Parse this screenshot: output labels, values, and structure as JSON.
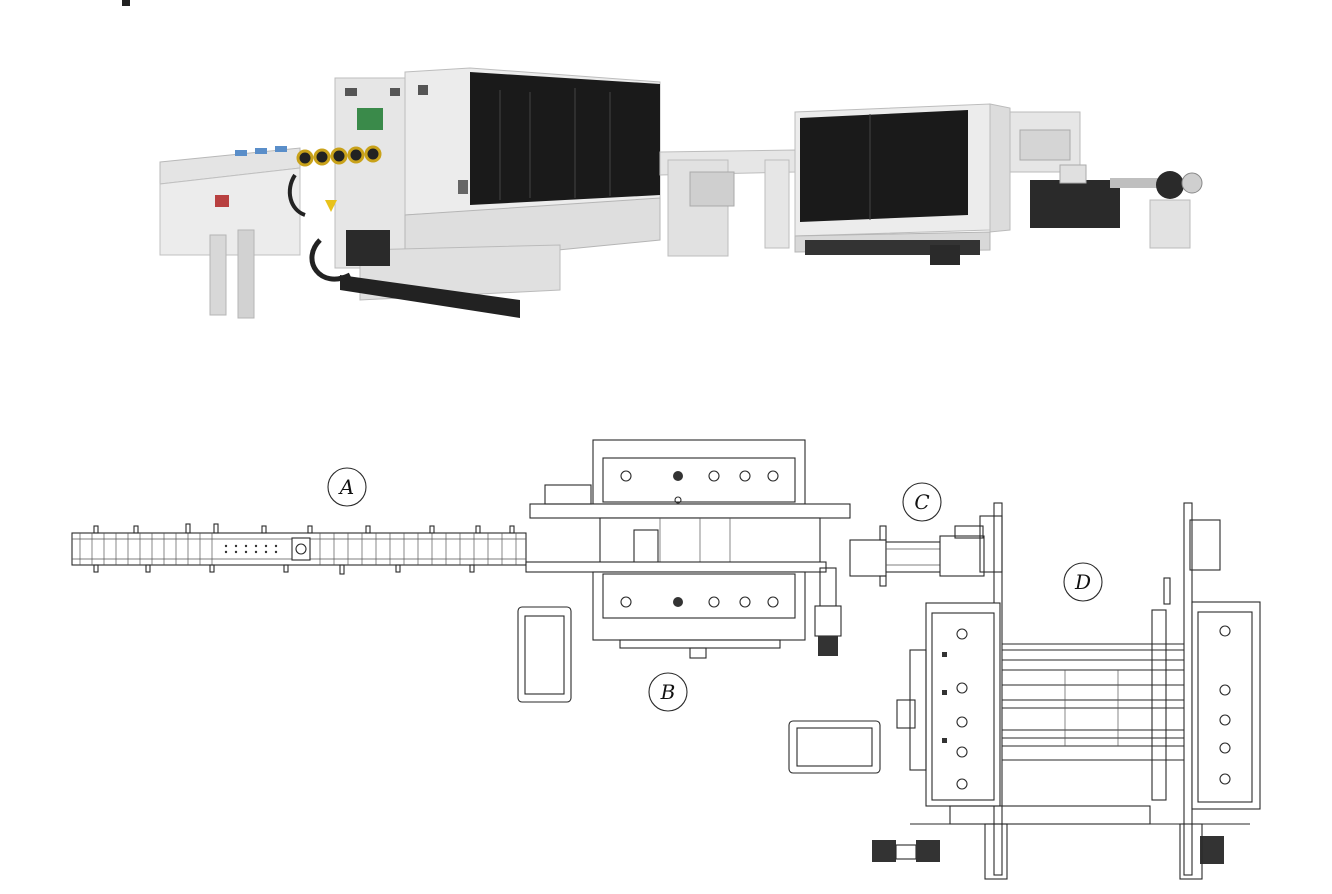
{
  "photo": {
    "description_icon": "edgebander-machine-photo",
    "colors": {
      "body": "#e9e9e9",
      "window": "#1a1a1a",
      "accent_green": "#3a8a4a",
      "warning_yellow": "#e8c21a",
      "cable": "#222222"
    }
  },
  "plan": {
    "callouts": [
      {
        "id": "A",
        "label": "A"
      },
      {
        "id": "B",
        "label": "B"
      },
      {
        "id": "C",
        "label": "C"
      },
      {
        "id": "D",
        "label": "D"
      }
    ]
  }
}
